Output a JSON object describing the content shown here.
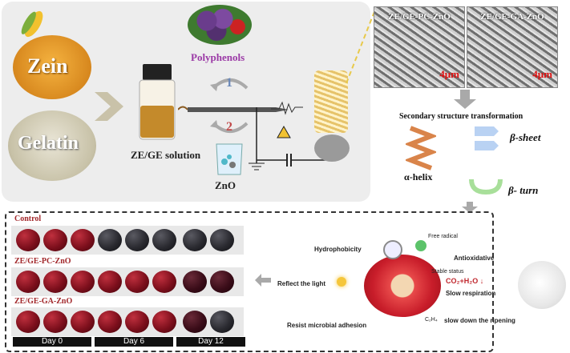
{
  "top_panel": {
    "zein_label": "Zein",
    "gelatin_label": "Gelatin",
    "solution_label": "ZE/GE solution",
    "polyphenols_label": "Polyphenols",
    "zno_label": "ZnO",
    "step1": "1",
    "step2": "2"
  },
  "sem": {
    "left_title": "ZE/GE-PC-ZnO",
    "right_title": "ZE/GE-GA-ZnO",
    "left_scale": "4μm",
    "right_scale": "4μm"
  },
  "structure": {
    "title": "Secondary structure transformation",
    "beta_sheet": "β-sheet",
    "alpha_helix": "α-helix",
    "beta_turn": "β- turn"
  },
  "cherries": {
    "control_label": "Control",
    "pc_label": "ZE/GE-PC-ZnO",
    "ga_label": "ZE/GE-GA-ZnO",
    "days": [
      "Day 0",
      "Day 6",
      "Day 12"
    ]
  },
  "mechanism": {
    "hydrophobicity": "Hydrophobicity",
    "reflect": "Reflect the light",
    "resist": "Resist microbial adhesion",
    "free_radical": "Free radical",
    "antioxidative": "Antioxidative",
    "stable_status": "Stable status",
    "co2": "CO₂+H₂O ↓",
    "slow_respiration": "Slow respiration",
    "c2h4": "C₂H₄",
    "slow_ripening": "slow down the ripening"
  }
}
